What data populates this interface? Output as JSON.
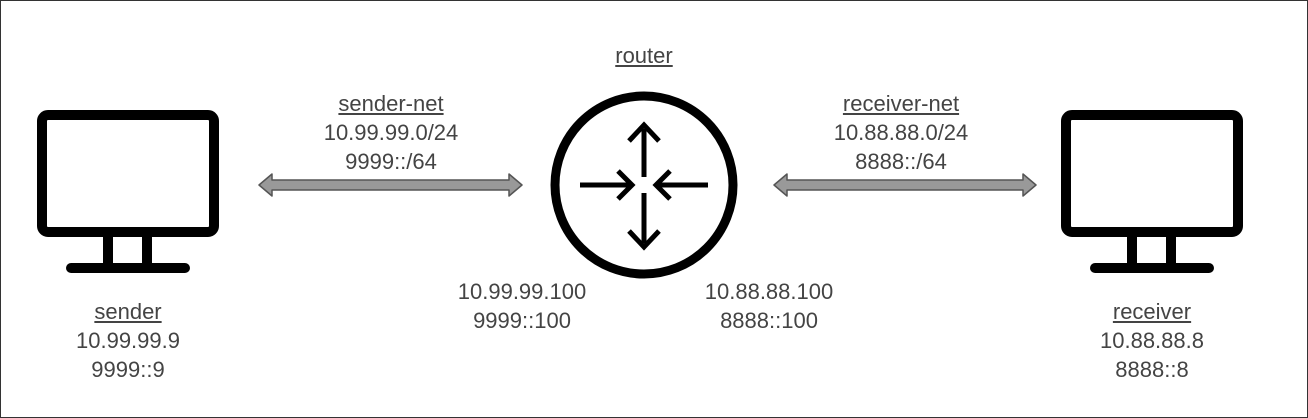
{
  "nodes": {
    "sender": {
      "name": "sender",
      "ipv4": "10.99.99.9",
      "ipv6": "9999::9"
    },
    "receiver": {
      "name": "receiver",
      "ipv4": "10.88.88.8",
      "ipv6": "8888::8"
    },
    "router": {
      "name": "router",
      "left_iface": {
        "ipv4": "10.99.99.100",
        "ipv6": "9999::100"
      },
      "right_iface": {
        "ipv4": "10.88.88.100",
        "ipv6": "8888::100"
      }
    }
  },
  "networks": {
    "sender_net": {
      "name": "sender-net",
      "ipv4": "10.99.99.0/24",
      "ipv6": "9999::/64"
    },
    "receiver_net": {
      "name": "receiver-net",
      "ipv4": "10.88.88.0/24",
      "ipv6": "8888::/64"
    }
  },
  "colors": {
    "stroke": "#000000",
    "arrow_fill": "#999999",
    "text": "#444444"
  },
  "icons": {
    "sender": "monitor-icon",
    "receiver": "monitor-icon",
    "router": "router-icon"
  }
}
